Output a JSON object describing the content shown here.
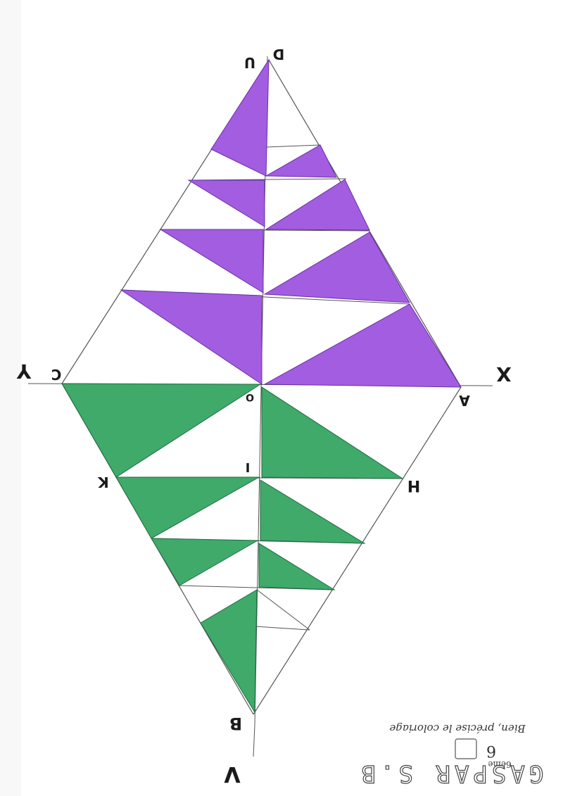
{
  "colors": {
    "purple": "#a35de0",
    "purple_dark": "#8c45cc",
    "green": "#3faa6a",
    "green_dark": "#2e8f56",
    "line": "#555555",
    "paper": "#ffffff"
  },
  "points": {
    "D": "D",
    "U": "U",
    "Y": "Y",
    "C": "C",
    "X": "X",
    "A": "A",
    "O": "O",
    "I": "I",
    "K": "K",
    "H": "H",
    "B": "B",
    "V": "V"
  },
  "signature": {
    "name": "GASPAR S.B",
    "class_label": "6ème",
    "class_box": "6",
    "comment": "Bien, précise le coloriage"
  }
}
